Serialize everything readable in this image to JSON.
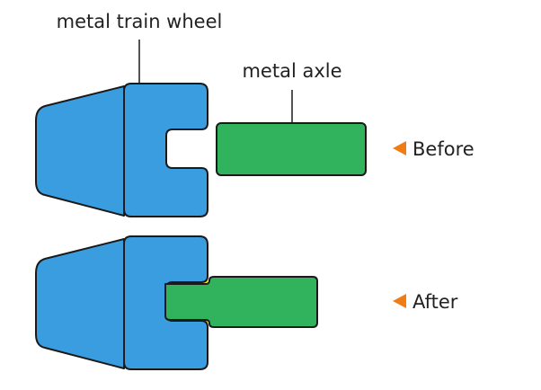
{
  "labels": {
    "wheel": "metal train wheel",
    "axle": "metal axle",
    "before": "Before",
    "after": "After"
  },
  "colors": {
    "wheel_fill": "#3a9de0",
    "axle_fill": "#31b35e",
    "gap_highlight": "#f2ea0a",
    "arrow": "#f07d14",
    "outline": "#1a1a1a"
  },
  "icons": {
    "state_marker": "triangle-left-icon"
  }
}
